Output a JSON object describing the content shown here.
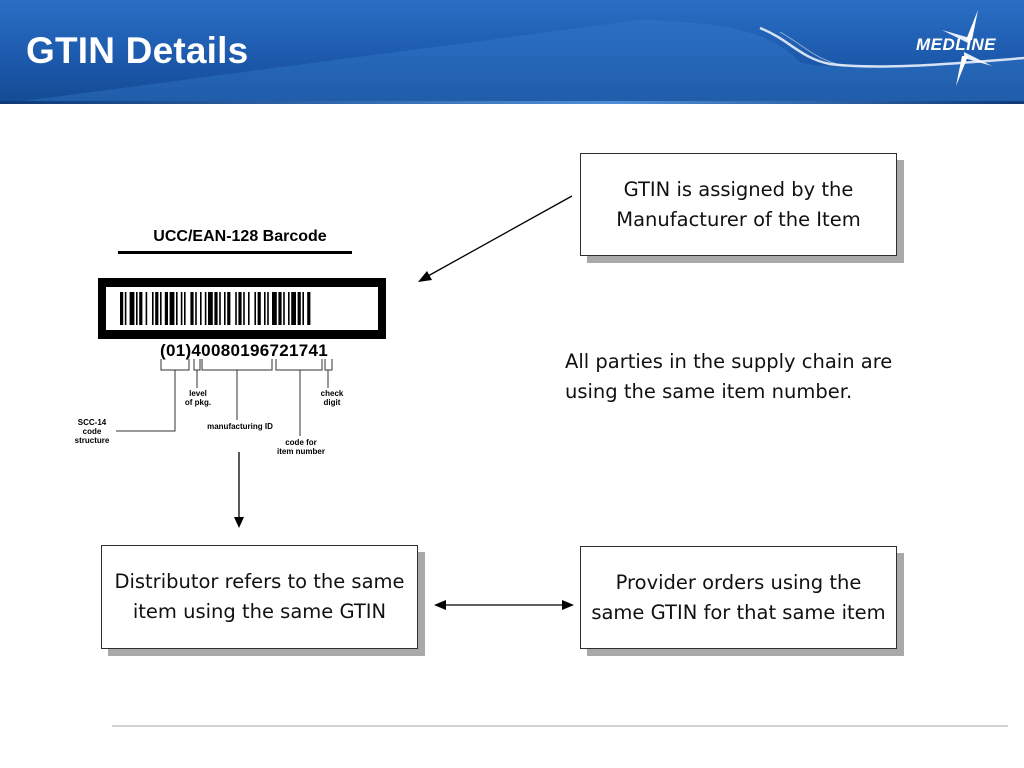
{
  "slide": {
    "title": "GTIN Details",
    "brand_logo": "MEDLINE",
    "header_color": "#1d5aad"
  },
  "barcode": {
    "title": "UCC/EAN-128 Barcode",
    "number": "(01)40080196721741",
    "labels": {
      "level": "level\nof pkg.",
      "check": "check\ndigit",
      "scc": "SCC-14\ncode\nstructure",
      "manufacturing": "manufacturing ID",
      "item": "code for\nitem number"
    }
  },
  "boxes": {
    "manufacturer": "GTIN is assigned by the Manufacturer of the Item",
    "distributor": "Distributor refers to the same item using the same GTIN",
    "provider": "Provider orders using the same GTIN for that same item"
  },
  "note": "All parties in the supply chain are using the same item number."
}
